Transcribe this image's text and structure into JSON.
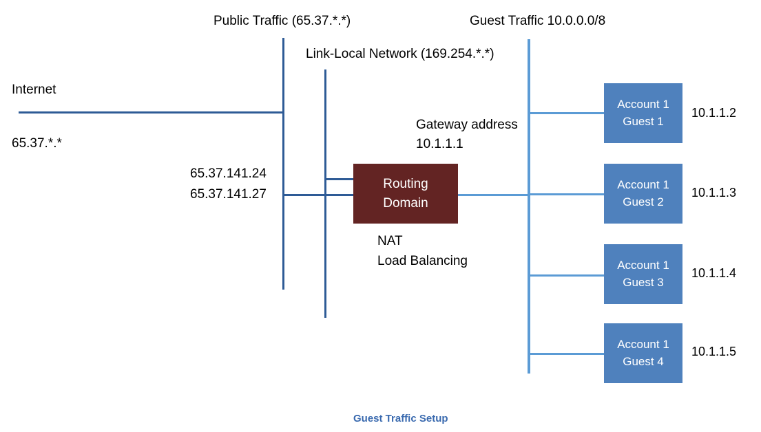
{
  "diagram": {
    "title": "Guest Traffic Setup",
    "colors": {
      "dark_blue_line": "#2E5B96",
      "light_blue_line": "#5B9BD5",
      "guest_box_fill": "#4F81BD",
      "router_box_fill": "#632423",
      "caption_text": "#3A6AAF",
      "background": "#FFFFFF"
    },
    "top_labels": {
      "public_traffic": "Public Traffic (65.37.*.*)",
      "link_local": "Link-Local Network (169.254.*.*)",
      "guest_traffic": "Guest Traffic 10.0.0.0/8"
    },
    "left_labels": {
      "internet": "Internet",
      "internet_subnet": "65.37.*.*",
      "public_ip_1": "65.37.141.24",
      "public_ip_2": "65.37.141.27"
    },
    "router": {
      "line1": "Routing",
      "line2": "Domain",
      "function_1": "NAT",
      "function_2": "Load Balancing"
    },
    "gateway": {
      "label": "Gateway address",
      "address": "10.1.1.1"
    },
    "guests": [
      {
        "account": "Account 1",
        "name": "Guest 1",
        "ip": "10.1.1.2"
      },
      {
        "account": "Account 1",
        "name": "Guest 2",
        "ip": "10.1.1.3"
      },
      {
        "account": "Account 1",
        "name": "Guest 3",
        "ip": "10.1.1.4"
      },
      {
        "account": "Account 1",
        "name": "Guest 4",
        "ip": "10.1.1.5"
      }
    ]
  }
}
